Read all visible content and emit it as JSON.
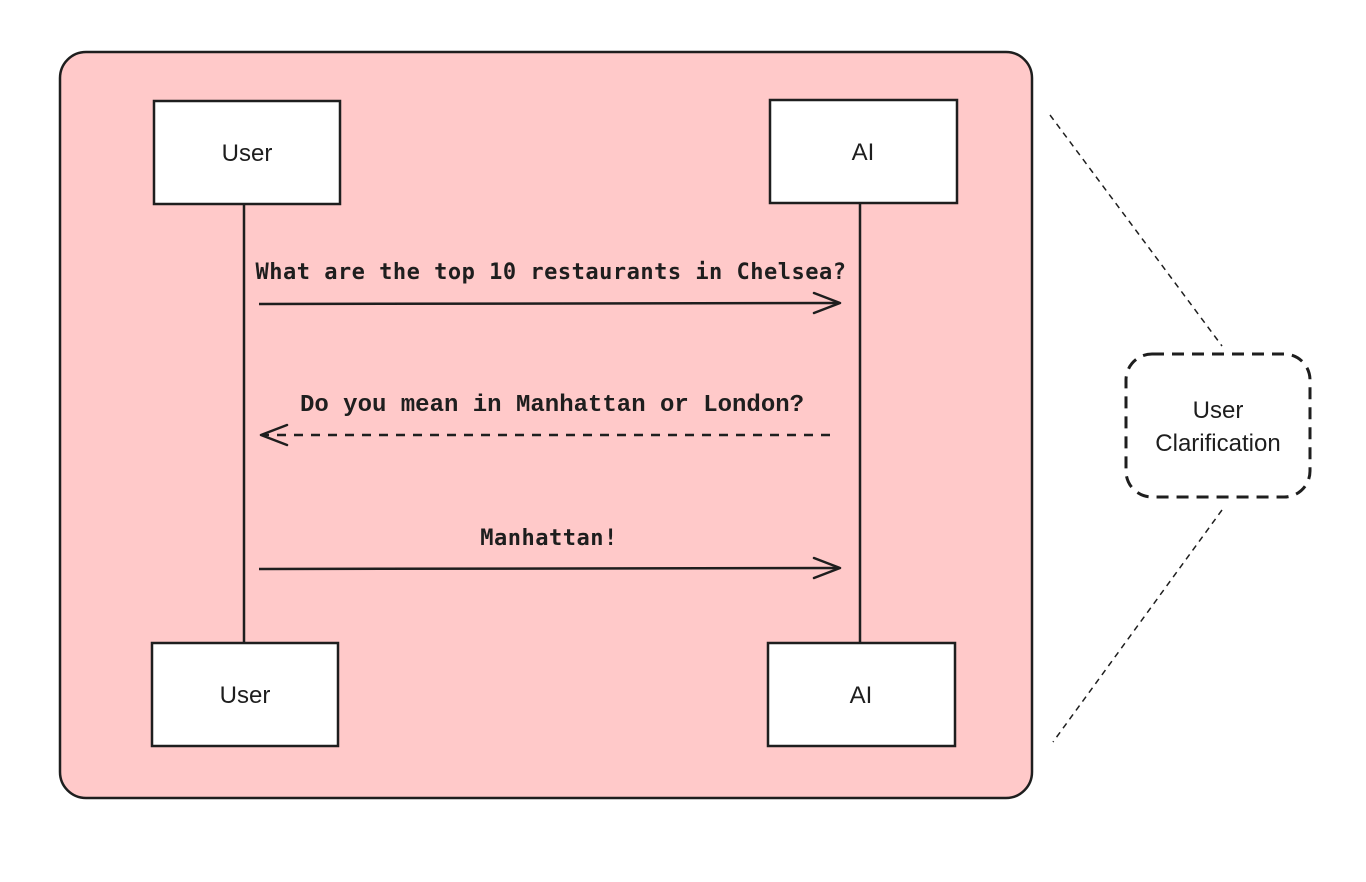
{
  "colors": {
    "frame_fill": "#ffc9c9",
    "stroke": "#1e1e1e",
    "box_fill": "#ffffff"
  },
  "actors": {
    "left_top": "User",
    "right_top": "AI",
    "left_bottom": "User",
    "right_bottom": "AI"
  },
  "messages": [
    {
      "text": "What are the top 10 restaurants in Chelsea?",
      "direction": "right",
      "style": "solid"
    },
    {
      "text": "Do you mean in Manhattan or London?",
      "direction": "left",
      "style": "dashed"
    },
    {
      "text": "Manhattan!",
      "direction": "right",
      "style": "solid"
    }
  ],
  "callout": {
    "line1": "User",
    "line2": "Clarification"
  }
}
